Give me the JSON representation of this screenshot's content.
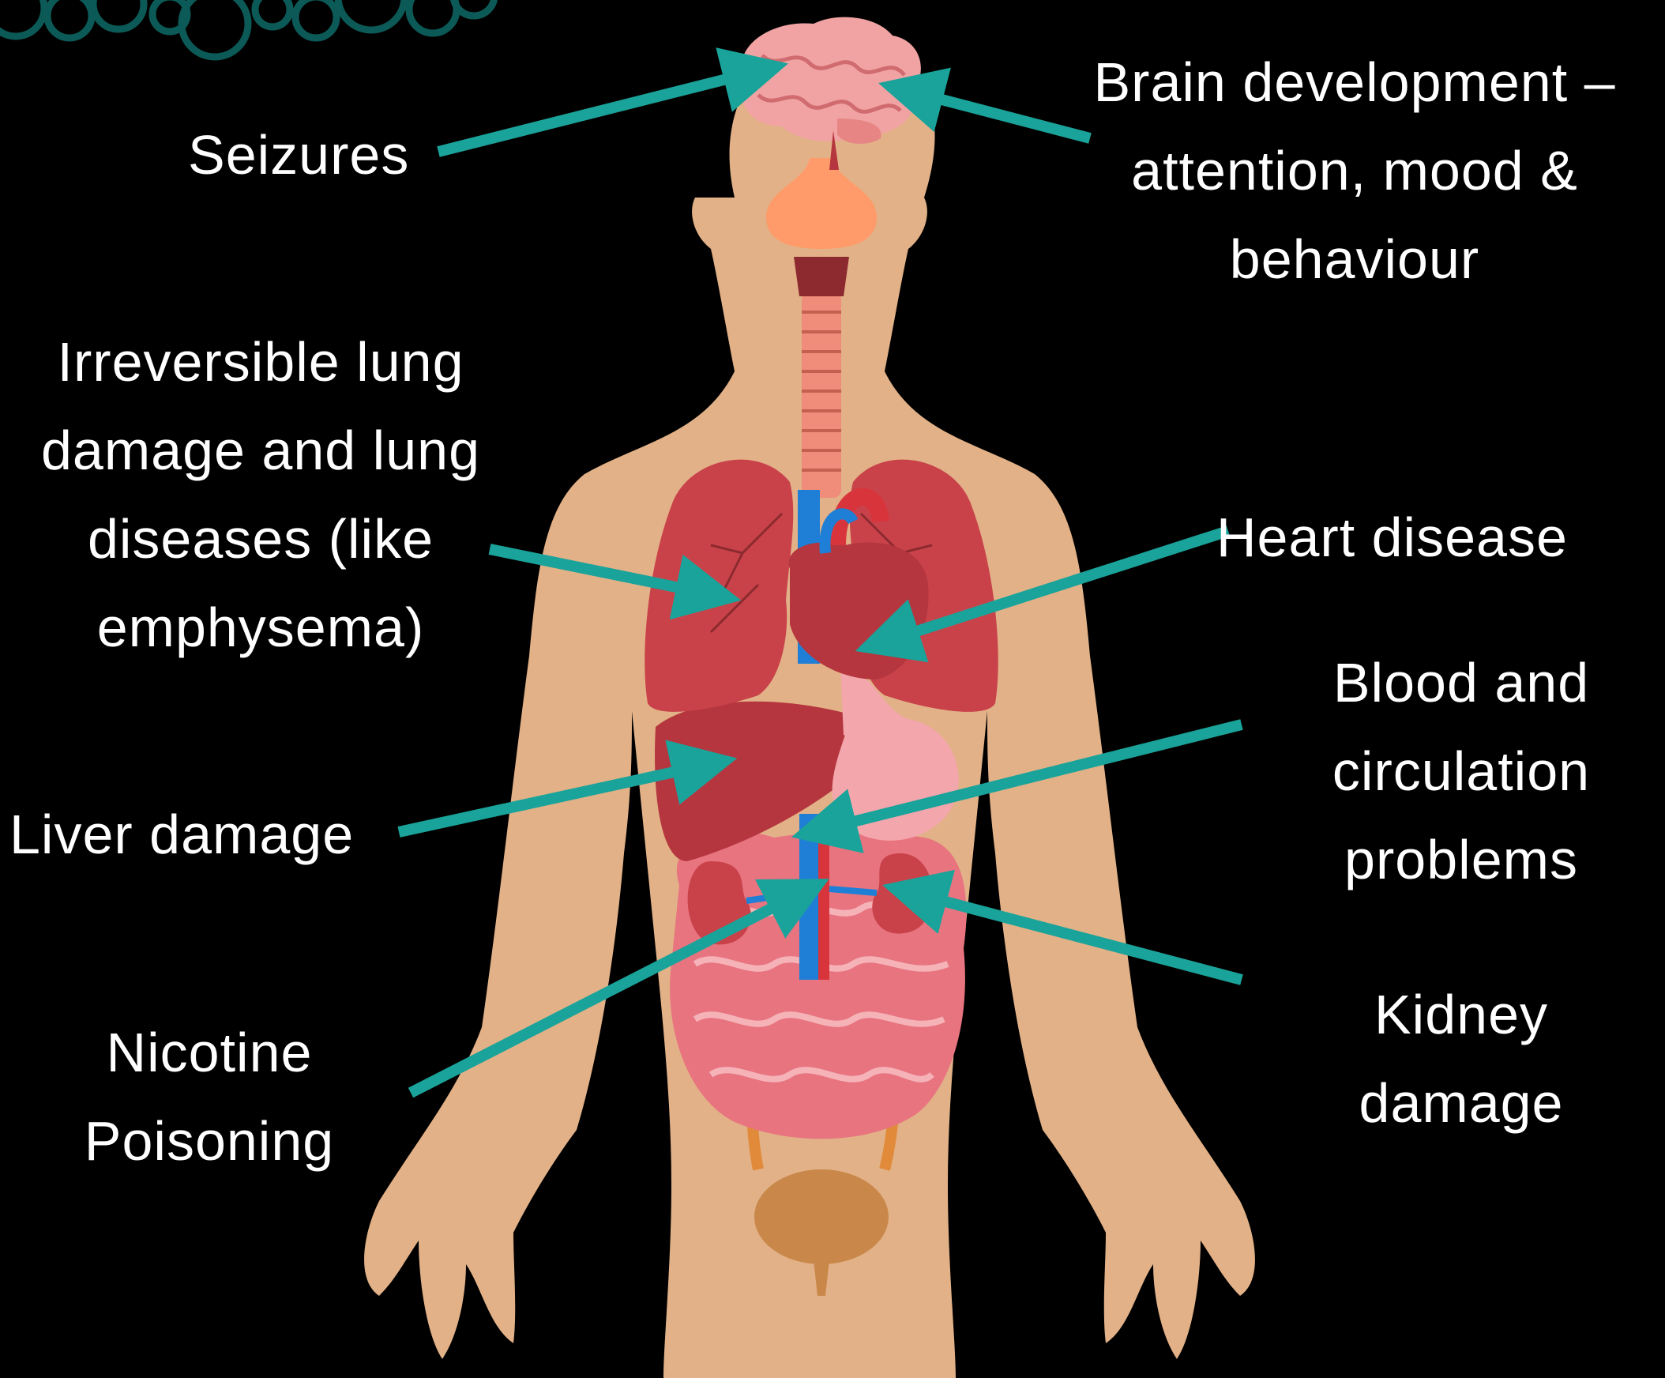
{
  "colors": {
    "background": "#000000",
    "text": "#ffffff",
    "arrow": "#1aa39a",
    "skin": "#e2b187",
    "organ_red": "#c9424a",
    "organ_pink": "#ef8f96",
    "vein_blue": "#1f7fd6",
    "ureter_orange": "#e08a3a"
  },
  "decor": {
    "corner_bubbles": "bubble-pattern-icon"
  },
  "labels": {
    "seizures": {
      "lines": [
        "Seizures"
      ]
    },
    "brain": {
      "lines": [
        "Brain development –",
        "attention, mood &",
        "behaviour"
      ]
    },
    "lung": {
      "lines": [
        "Irreversible lung",
        "damage and lung",
        "diseases (like",
        "emphysema)"
      ]
    },
    "heart": {
      "lines": [
        "Heart disease"
      ]
    },
    "blood": {
      "lines": [
        "Blood and",
        "circulation",
        "problems"
      ]
    },
    "liver": {
      "lines": [
        "Liver damage"
      ]
    },
    "kidney": {
      "lines": [
        "Kidney",
        "damage"
      ]
    },
    "nicotine": {
      "lines": [
        "Nicotine",
        "Poisoning"
      ]
    }
  }
}
